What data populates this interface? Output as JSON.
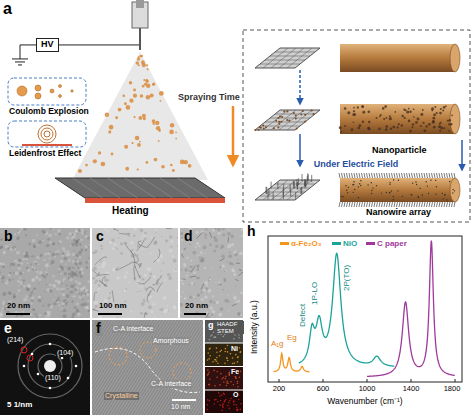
{
  "diagram": {
    "nodes": [
      {
        "text": [
          "HV"
        ]
      }
    ],
    "labels": [
      "a",
      "Coulomb Explosion",
      "Leidenfrost Effect",
      "Spraying Time",
      "Heating",
      "Nanoparticle",
      "Under Electric Field",
      "Nanowire array",
      "b",
      "20 nm",
      "c",
      "100 nm",
      "d",
      "20 nm",
      "e",
      "(214)",
      "(104)",
      "(110)",
      "5 1/nm",
      "f",
      "C-A interface",
      "C-A interface",
      "Crystalline",
      "Amorphous",
      "10 nm",
      "g",
      "HAADF STEM",
      "Ni",
      "Fe",
      "O",
      "h",
      "Intensity (a.u.)",
      "Wavenumber (cm⁻¹)",
      "200",
      "600",
      "1000",
      "1400",
      "1800",
      "A₁g",
      "Eg",
      "Defect",
      "1P-LO",
      "2P(TO)"
    ],
    "legend": [
      {
        "text": "α-Fe₂O₃",
        "color": "#f7941d"
      },
      {
        "text": "NiO",
        "color": "#1aa39a"
      },
      {
        "text": "C paper",
        "color": "#a0399b"
      }
    ]
  }
}
